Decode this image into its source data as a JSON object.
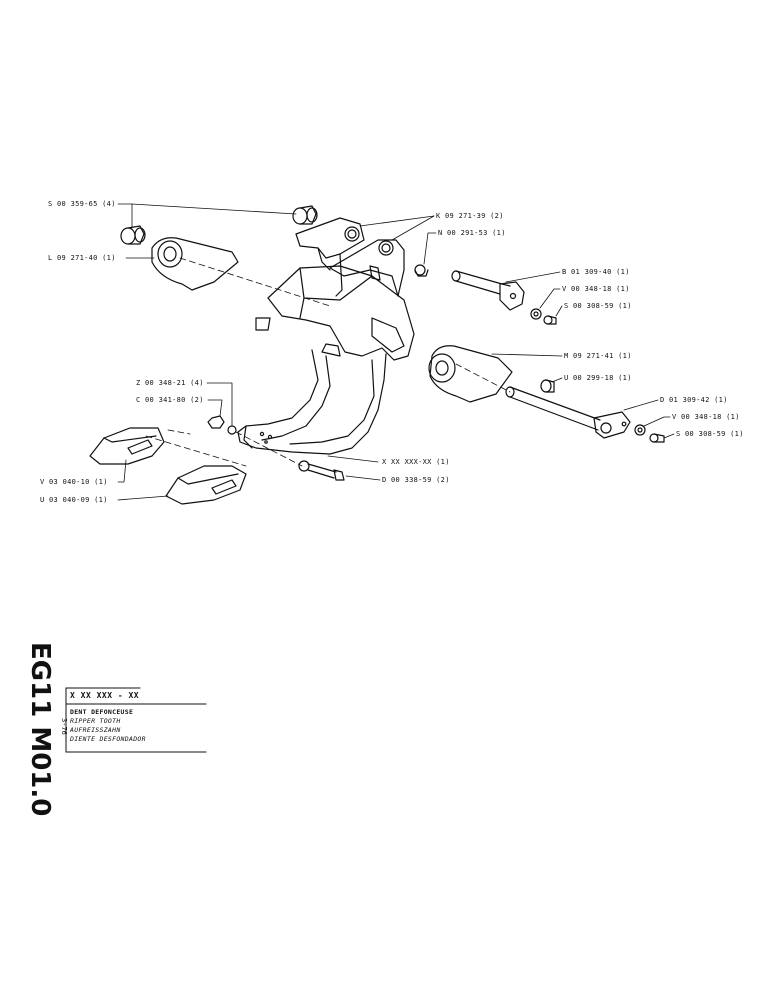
{
  "sheet": {
    "code": "EG11 M01.0",
    "date_code": "3-76",
    "reference": "X XX XXX - XX",
    "titles": [
      "DENT DEFONCEUSE",
      "RIPPER TOOTH",
      "AUFREISSZAHN",
      "DIENTE DESFONDADOR"
    ]
  },
  "parts": {
    "s00_359_65": "S 00 359-65  (4)",
    "l09_271_40": "L 09 271-40  (1)",
    "k09_271_39": "K 09 271-39  (2)",
    "n00_291_53": "N 00 291-53  (1)",
    "b01_309_40": "B 01 309-40  (1)",
    "v00_348_18_a": "V 00 348-18  (1)",
    "s00_308_59_a": "S 00 308-59  (1)",
    "m09_271_41": "M 09 271-41  (1)",
    "u00_299_18": "U 00 299-18  (1)",
    "d01_309_42": "D 01 309-42  (1)",
    "v00_348_18_b": "V 00 348-18  (1)",
    "s00_308_59_b": "S 00 308-59  (1)",
    "z00_348_21": "Z 00 348-21  (4)",
    "c00_341_80": "C 00 341-80  (2)",
    "v03_040_10": "V 03 040-10  (1)",
    "u03_040_09": "U 03 040-09  (1)",
    "xx_main": "X XX XXX-XX  (1)",
    "d00_338_59": "D 00 338-59  (2)"
  }
}
